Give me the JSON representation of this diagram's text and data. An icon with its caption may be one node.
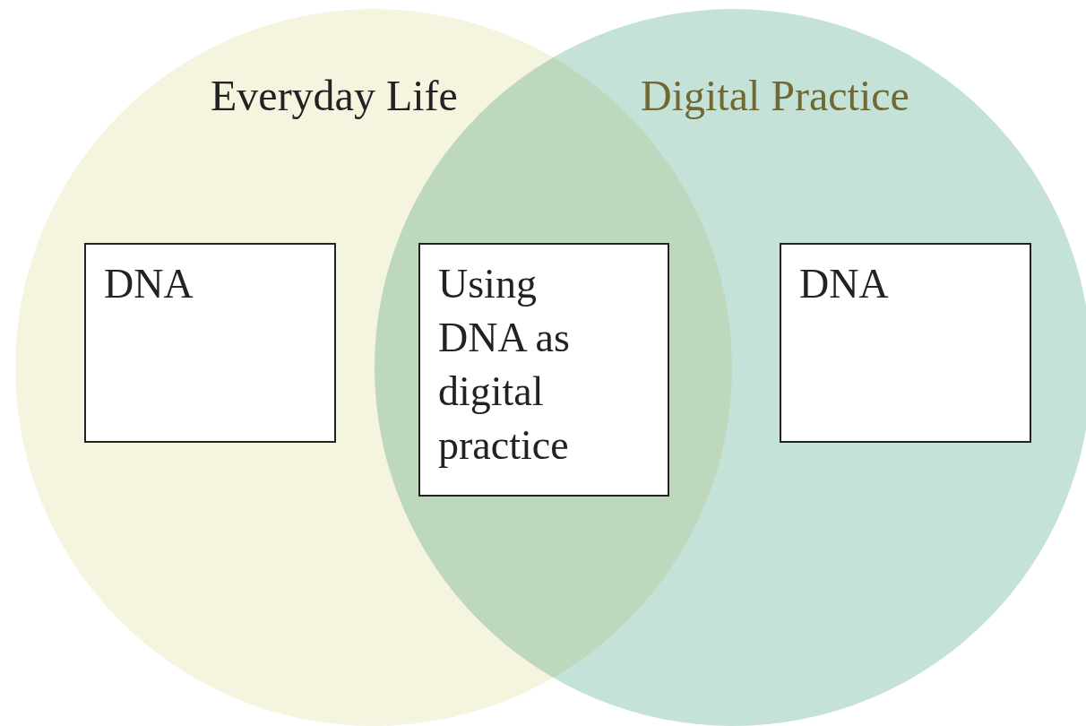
{
  "diagram": {
    "nodes": [
      {
        "text": [
          "Everyday Life"
        ]
      },
      {
        "text": [
          "Digital Practice"
        ]
      },
      {
        "text": [
          "DNA"
        ],
        "in": 0
      },
      {
        "text": [
          "Using DNA as digital practice"
        ]
      },
      {
        "text": [
          "DNA"
        ],
        "in": 1
      }
    ]
  }
}
